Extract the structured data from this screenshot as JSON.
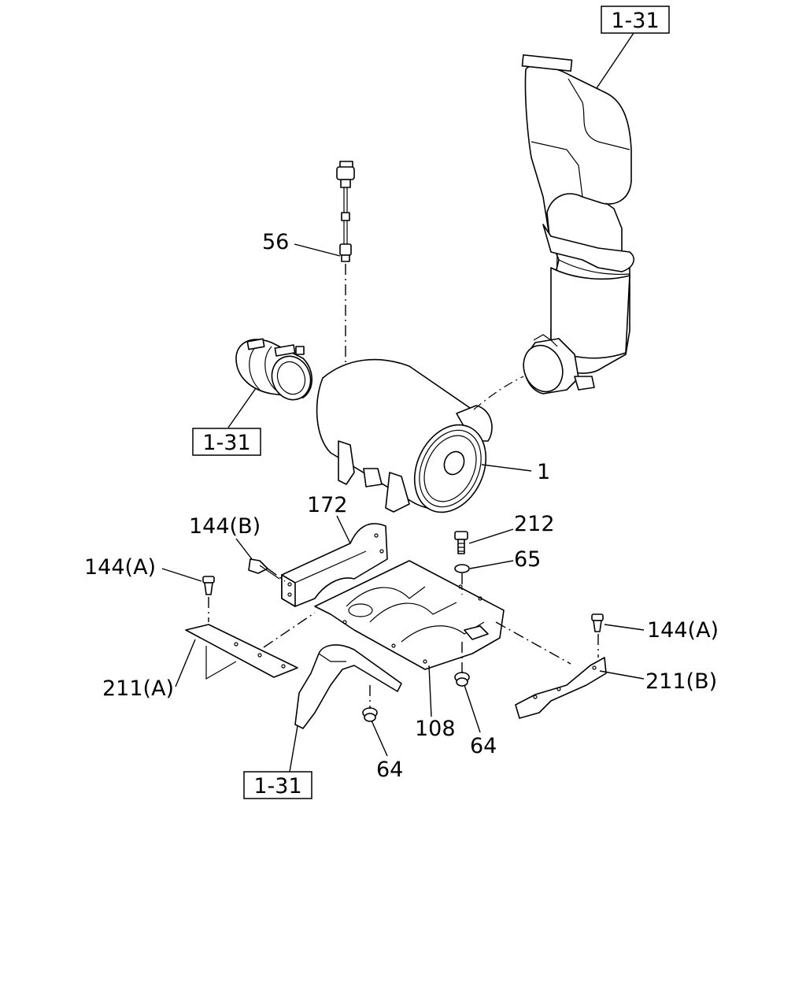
{
  "labels": {
    "ref_top": "1-31",
    "ref_left": "1-31",
    "ref_bottom": "1-31",
    "p56": "56",
    "p1": "1",
    "p172": "172",
    "p144b": "144(B)",
    "p144a_left": "144(A)",
    "p144a_right": "144(A)",
    "p212": "212",
    "p65": "65",
    "p211a": "211(A)",
    "p211b": "211(B)",
    "p108": "108",
    "p64_mid": "64",
    "p64_bottom": "64"
  },
  "colors": {
    "line": "#000000",
    "background": "#ffffff"
  }
}
